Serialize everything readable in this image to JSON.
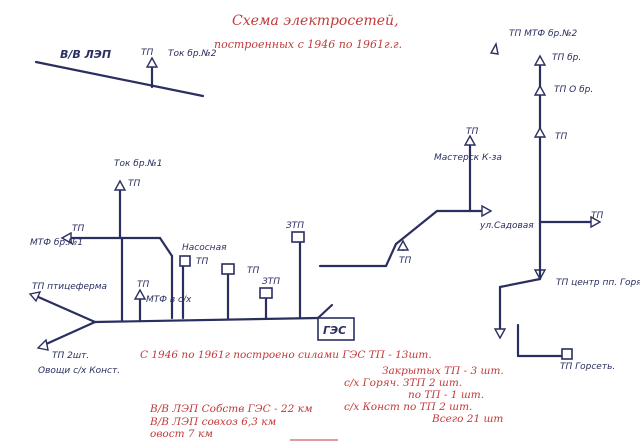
{
  "title": {
    "line1": "Схема электросетей,",
    "line2": "построенных с 1946 по 1961г.г."
  },
  "labels": {
    "vl_lep": "В/В ЛЭП",
    "tp": "ТП",
    "tok_br2": "Ток бр.№2",
    "tp_mtf_br2": "ТП МТФ бр.№2",
    "tp_br": "ТП бр.",
    "tp_o_br": "ТП О бр.",
    "tok_br1": "Ток бр.№1",
    "masterskaya": "Мастерск К-за",
    "ul_sadovaya": "ул.Садовая",
    "mtf_br1": "МТФ бр.№1",
    "nasosnaya": "Насосная",
    "ztp": "ЗТП",
    "tp_ptitseferma": "ТП птицеферма",
    "mtf_sx": "МТФ в с/х",
    "ges": "ГЭС",
    "tp_centr": "ТП центр пп. Горячев.",
    "tp_2sht": "ТП 2шт.",
    "ovoshchi": "Овощи с/х Конст.",
    "tp_gorset": "ТП Горсеть."
  },
  "notes": {
    "main": "С 1946 по 1961г построено силами ГЭС ТП - 13шт.",
    "zakrytyh": "Закрытых ТП - 3 шт.",
    "goryach": "с/х Горяч. ЗТП 2 шт.",
    "po_tp": "по ТП - 1 шт.",
    "konst": "с/х Конст по ТП 2 шт.",
    "vsego": "Всего 21 шт",
    "lep1": "В/В ЛЭП Собств ГЭС - 22 км",
    "lep2": "В/В ЛЭП совхоз 6,3 км",
    "ovost": "овост 7 км"
  }
}
